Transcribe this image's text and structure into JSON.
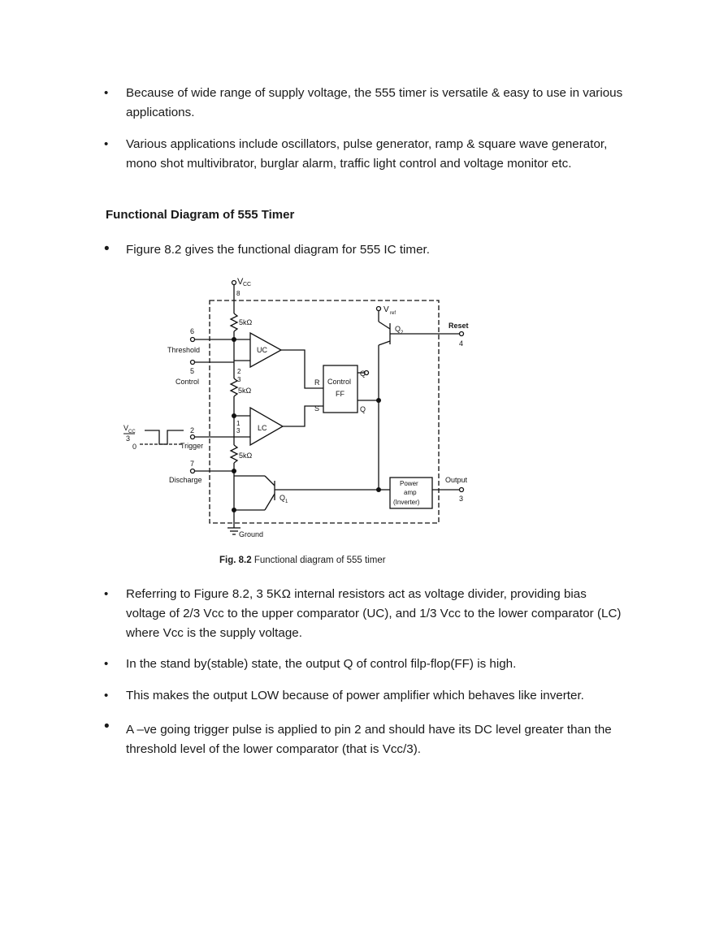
{
  "bullets_top": [
    "Because of wide range of supply voltage, the 555 timer is versatile & easy to use in various applications.",
    "Various applications include oscillators, pulse generator, ramp & square wave generator, mono shot multivibrator, burglar alarm, traffic light control and voltage monitor etc."
  ],
  "heading": "Functional Diagram of 555 Timer",
  "figure_intro": "Figure 8.2 gives the functional diagram for 555 IC timer.",
  "diagram": {
    "vcc_label": "V",
    "vcc_sub": "CC",
    "pin8": "8",
    "res_top": "5kΩ",
    "res_mid": "5kΩ",
    "res_bot": "5kΩ",
    "pin6": "6",
    "threshold": "Threshold",
    "pin5": "5",
    "control": "Control",
    "pin2": "2",
    "trigger": "Trigger",
    "pin7": "7",
    "discharge": "Discharge",
    "ground": "Ground",
    "uc": "UC",
    "lc": "LC",
    "two_thirds_num": "2",
    "two_thirds_den": "3",
    "one_third_num": "1",
    "one_third_den": "3",
    "ff_label1": "Control",
    "ff_label2": "FF",
    "ff_r": "R",
    "ff_s": "S",
    "ff_q": "Q",
    "ff_qbar": "Q",
    "vref": "V",
    "vref_sub": "ref",
    "q2": "Q",
    "q2_sub": "2",
    "q1": "Q",
    "q1_sub": "1",
    "reset": "Reset",
    "pin4": "4",
    "output": "Output",
    "pin3": "3",
    "power1": "Power",
    "power2": "amp",
    "power3": "(Inverter)",
    "pulse_num": "V",
    "pulse_num_sub": "CC",
    "pulse_den": "3",
    "pulse_zero": "0"
  },
  "caption_bold": "Fig. 8.2",
  "caption_text": "Functional diagram of 555 timer",
  "bullets_bottom": [
    "Referring to Figure 8.2, 3 5KΩ internal resistors act as voltage divider, providing bias voltage of 2/3 Vcc to the upper comparator (UC), and 1/3 Vcc to the lower comparator (LC) where Vcc is the supply voltage.",
    "In the stand by(stable) state, the output Q of control filp-flop(FF) is high.",
    "This makes the output LOW because of power amplifier which behaves like inverter.",
    "A –ve going trigger pulse is applied to pin 2 and should have its DC level greater than the threshold level of the lower comparator (that is  Vcc/3)."
  ]
}
